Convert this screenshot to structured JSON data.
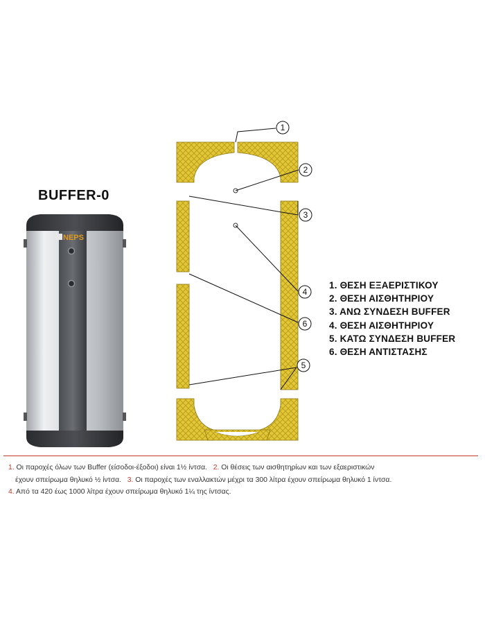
{
  "product_title": "BUFFER-0",
  "brand_logo_text": "NEPS",
  "callouts": [
    "1",
    "2",
    "3",
    "4",
    "5",
    "6"
  ],
  "legend": [
    "1. ΘΕΣΗ ΕΞΑΕΡΙΣΤΙΚΟΥ",
    "2. ΘΕΣΗ ΑΙΣΘΗΤΗΡΙΟΥ",
    "3. ΑΝΩ ΣΥΝΔΕΣΗ BUFFER",
    "4. ΘΕΣΗ ΑΙΣΘΗΤΗΡΙΟΥ",
    "5. ΚΑΤΩ ΣΥΝΔΕΣΗ BUFFER",
    "6. ΘΕΣΗ ΑΝΤΙΣΤΑΣΗΣ"
  ],
  "notes": {
    "n1_num": "1.",
    "n1_text": " Οι παροχές όλων των Buffer (είσοδοι-έξοδοι) είναι 1½ ίντσα.",
    "n2_num": "2.",
    "n2_text_a": " Οι θέσεις των αισθητηρίων και των εξαεριστικών",
    "n2_text_b": "έχουν σπείρωμα θηλυκό ½ ίντσα.",
    "n3_num": "3.",
    "n3_text": " Οι παροχές των εναλλακτών μέχρι τα 300 λίτρα έχουν σπείρωμα θηλυκό 1 ίντσα.",
    "n4_num": "4.",
    "n4_text": " Από τα 420 έως 1000 λίτρα έχουν σπείρωμα θηλυκό 1¼ της ίντσας."
  },
  "colors": {
    "insulation": "#e2c634",
    "insulation_dark": "#a88f1a",
    "accent_red": "#c0392b",
    "tank_body": "#c9ccd0",
    "tank_dark": "#3d3f44"
  }
}
